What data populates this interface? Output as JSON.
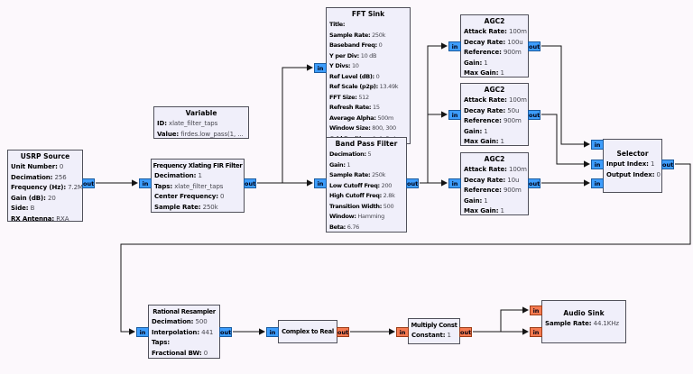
{
  "ports": {
    "in": "in",
    "out": "out"
  },
  "colors": {
    "canvas_bg": "#fcf8fc",
    "block_fill": "#f0effa",
    "block_border": "#50505a",
    "complex_port": "#3d9dfc",
    "float_port": "#f57a50",
    "wire": "#141414"
  },
  "blocks": {
    "usrp_source": {
      "title": "USRP Source",
      "params": [
        {
          "label": "Unit Number:",
          "value": "0"
        },
        {
          "label": "Decimation:",
          "value": "256"
        },
        {
          "label": "Frequency (Hz):",
          "value": "7.2M"
        },
        {
          "label": "Gain (dB):",
          "value": "20"
        },
        {
          "label": "Side:",
          "value": "B"
        },
        {
          "label": "RX Antenna:",
          "value": "RXA"
        }
      ]
    },
    "variable": {
      "title": "Variable",
      "params": [
        {
          "label": "ID:",
          "value": "xlate_filter_taps"
        },
        {
          "label": "Value:",
          "value": "firdes.low_pass(1, ..."
        }
      ]
    },
    "fir_filter": {
      "title": "Frequency Xlating FIR Filter",
      "params": [
        {
          "label": "Decimation:",
          "value": "1"
        },
        {
          "label": "Taps:",
          "value": "xlate_filter_taps"
        },
        {
          "label": "Center Frequency:",
          "value": "0"
        },
        {
          "label": "Sample Rate:",
          "value": "250k"
        }
      ]
    },
    "fft_sink": {
      "title": "FFT Sink",
      "params": [
        {
          "label": "Title:",
          "value": ""
        },
        {
          "label": "Sample Rate:",
          "value": "250k"
        },
        {
          "label": "Baseband Freq:",
          "value": "0"
        },
        {
          "label": "Y per Div:",
          "value": "10 dB"
        },
        {
          "label": "Y Divs:",
          "value": "10"
        },
        {
          "label": "Ref Level (dB):",
          "value": "0"
        },
        {
          "label": "Ref Scale (p2p):",
          "value": "13.49k"
        },
        {
          "label": "FFT Size:",
          "value": "512"
        },
        {
          "label": "Refresh Rate:",
          "value": "15"
        },
        {
          "label": "Average Alpha:",
          "value": "500m"
        },
        {
          "label": "Window Size:",
          "value": "800, 300"
        },
        {
          "label": "Grid Position:",
          "value": "0, 0, 5, 4"
        }
      ]
    },
    "band_pass_filter": {
      "title": "Band Pass Filter",
      "params": [
        {
          "label": "Decimation:",
          "value": "5"
        },
        {
          "label": "Gain:",
          "value": "1"
        },
        {
          "label": "Sample Rate:",
          "value": "250k"
        },
        {
          "label": "Low Cutoff Freq:",
          "value": "200"
        },
        {
          "label": "High Cutoff Freq:",
          "value": "2.8k"
        },
        {
          "label": "Transition Width:",
          "value": "500"
        },
        {
          "label": "Window:",
          "value": "Hamming"
        },
        {
          "label": "Beta:",
          "value": "6.76"
        }
      ]
    },
    "agc2_top": {
      "title": "AGC2",
      "params": [
        {
          "label": "Attack Rate:",
          "value": "100m"
        },
        {
          "label": "Decay Rate:",
          "value": "100u"
        },
        {
          "label": "Reference:",
          "value": "900m"
        },
        {
          "label": "Gain:",
          "value": "1"
        },
        {
          "label": "Max Gain:",
          "value": "1"
        }
      ]
    },
    "agc2_mid": {
      "title": "AGC2",
      "params": [
        {
          "label": "Attack Rate:",
          "value": "100m"
        },
        {
          "label": "Decay Rate:",
          "value": "50u"
        },
        {
          "label": "Reference:",
          "value": "900m"
        },
        {
          "label": "Gain:",
          "value": "1"
        },
        {
          "label": "Max Gain:",
          "value": "1"
        }
      ]
    },
    "agc2_bottom": {
      "title": "AGC2",
      "params": [
        {
          "label": "Attack Rate:",
          "value": "100m"
        },
        {
          "label": "Decay Rate:",
          "value": "10u"
        },
        {
          "label": "Reference:",
          "value": "900m"
        },
        {
          "label": "Gain:",
          "value": "1"
        },
        {
          "label": "Max Gain:",
          "value": "1"
        }
      ]
    },
    "selector": {
      "title": "Selector",
      "params": [
        {
          "label": "Input Index:",
          "value": "1"
        },
        {
          "label": "Output Index:",
          "value": "0"
        }
      ]
    },
    "rational_resampler": {
      "title": "Rational Resampler",
      "params": [
        {
          "label": "Decimation:",
          "value": "500"
        },
        {
          "label": "Interpolation:",
          "value": "441"
        },
        {
          "label": "Taps:",
          "value": ""
        },
        {
          "label": "Fractional BW:",
          "value": "0"
        }
      ]
    },
    "complex_to_real": {
      "title": "Complex to Real",
      "params": []
    },
    "multiply_const": {
      "title": "Multiply Const",
      "params": [
        {
          "label": "Constant:",
          "value": "1"
        }
      ]
    },
    "audio_sink": {
      "title": "Audio Sink",
      "params": [
        {
          "label": "Sample Rate:",
          "value": "44.1KHz"
        }
      ]
    }
  }
}
